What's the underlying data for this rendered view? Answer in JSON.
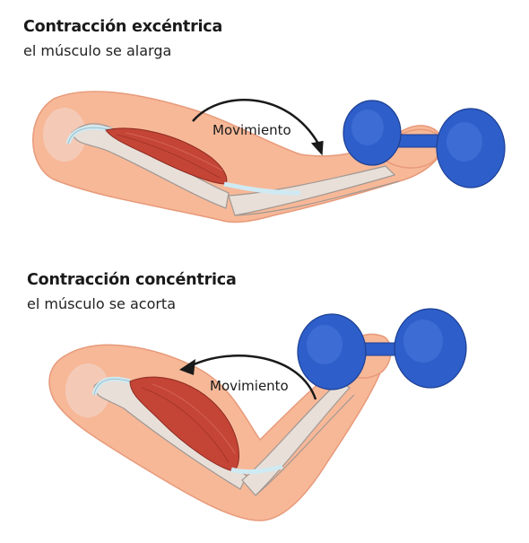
{
  "eccentric": {
    "title": "Contracción excéntrica",
    "subtitle": "el músculo se alarga",
    "movement_label": "Movimiento"
  },
  "concentric": {
    "title": "Contracción concéntrica",
    "subtitle": "el músculo se acorta",
    "movement_label": "Movimiento"
  },
  "colors": {
    "skin": "#f7b898",
    "skin_outline": "#e79a7a",
    "bone": "#e8dfd9",
    "bone_outline": "#a09893",
    "muscle": "#c44536",
    "tendon": "#cfeaf3",
    "dumbbell": "#2e5ec9",
    "arrow": "#1a1a1a"
  }
}
